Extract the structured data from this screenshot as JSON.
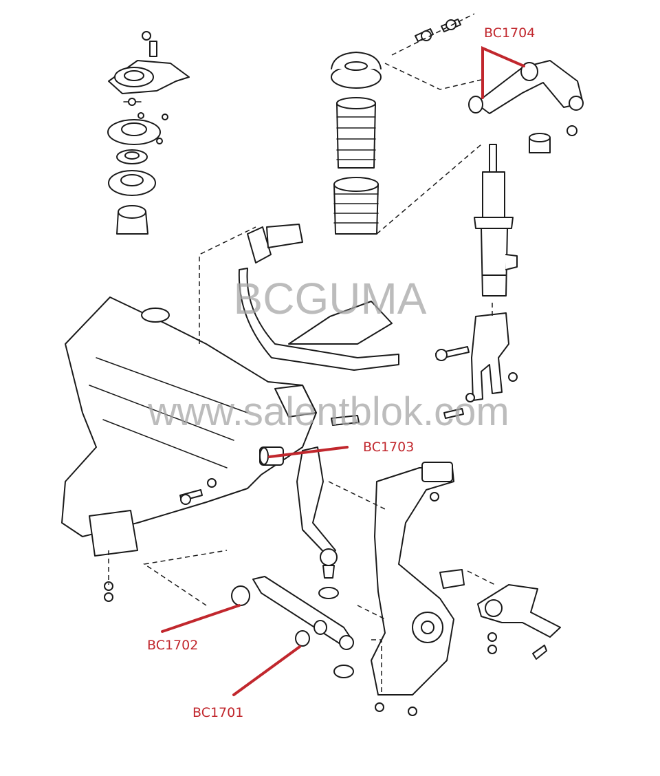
{
  "watermarks": {
    "brand": "BCGUMA",
    "site": "www.salentblok.com"
  },
  "labels": {
    "bc1704": "BC1704",
    "bc1703": "BC1703",
    "bc1702": "BC1702",
    "bc1701": "BC1701"
  },
  "colors": {
    "label": "#c1272d",
    "line_art": "#1a1a1a",
    "watermark": "#a6a6a6"
  }
}
